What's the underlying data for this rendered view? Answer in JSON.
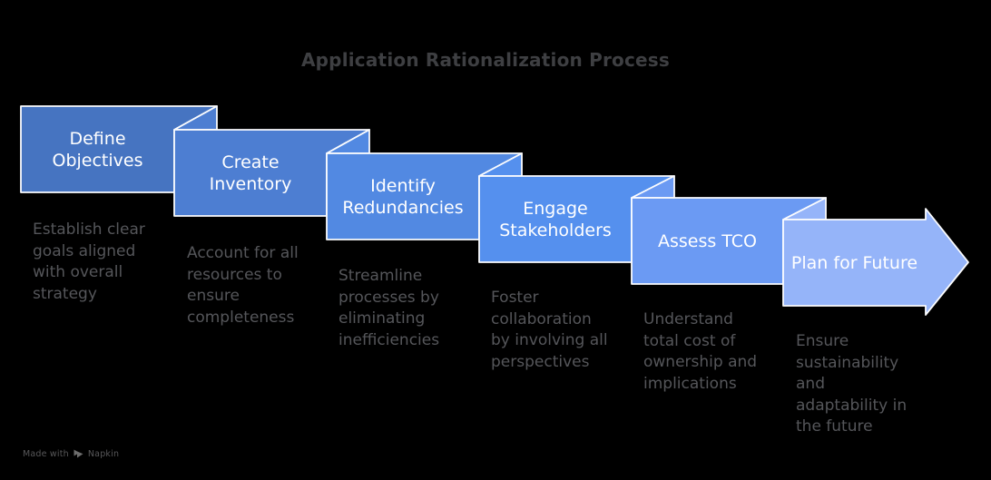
{
  "title": "Application Rationalization Process",
  "colors": {
    "background": "#000000",
    "title_text": "#3e3f42",
    "step_title_text": "#ffffff",
    "description_text": "#55565a",
    "shape_outline": "#fbfcfe",
    "footer_text": "#58585a",
    "footer_logo": "#6d6d6d"
  },
  "steps": [
    {
      "label": "Define\nObjectives",
      "description": "Establish clear\ngoals aligned\nwith overall\nstrategy",
      "color": "#4674c1"
    },
    {
      "label": "Create\nInventory",
      "description": "Account for all\nresources to\nensure\ncompleteness",
      "color": "#4d7ed2"
    },
    {
      "label": "Identify\nRedundancies",
      "description": "Streamline\nprocesses by\neliminating\ninefficiencies",
      "color": "#5289e2"
    },
    {
      "label": "Engage\nStakeholders",
      "description": "Foster\ncollaboration\nby involving all\nperspectives",
      "color": "#5590ee"
    },
    {
      "label": "Assess TCO",
      "description": "Understand\ntotal cost of\nownership and\nimplications",
      "color": "#6b9af3"
    },
    {
      "label": "Plan for Future",
      "description": "Ensure\nsustainability\nand\nadaptability in\nthe future",
      "color": "#95b4f9"
    }
  ],
  "footer": {
    "made_with": "Made with",
    "brand": "Napkin"
  }
}
